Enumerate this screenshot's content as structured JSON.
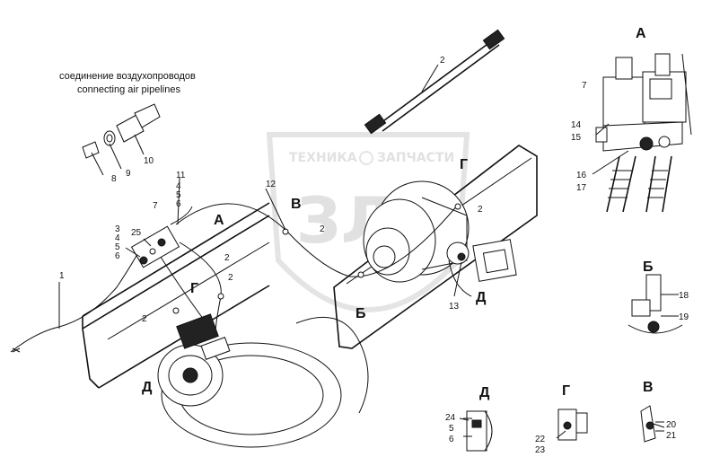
{
  "caption": {
    "ru": "соединение воздухопроводов",
    "en": "connecting air pipelines"
  },
  "watermark": {
    "top": "ТЕХНИКА",
    "top_right": "ЗАПЧАСТИ",
    "letters": "ЗЛ"
  },
  "views": {
    "A_main": "А",
    "B_main": "Б",
    "V_main": "В",
    "G_main": "Г",
    "G_main2": "Г",
    "D_main": "Д",
    "D_main2": "Д",
    "A_detail": "А",
    "B_detail": "Б",
    "D_detail": "Д",
    "G_detail": "Г",
    "V_detail": "В"
  },
  "callouts": {
    "c1": "1",
    "c2_hose": "2",
    "c2_a": "2",
    "c2_b": "2",
    "c2_c": "2",
    "c2_d": "2",
    "c2_e": "2",
    "c3": "3",
    "c4": "4",
    "c4b": "4",
    "c5": "5",
    "c5b": "5",
    "c5c": "5",
    "c6": "6",
    "c6b": "6",
    "c6c": "6",
    "c7": "7",
    "c7b": "7",
    "c8": "8",
    "c9": "9",
    "c10": "10",
    "c11": "11",
    "c12": "12",
    "c13": "13",
    "c14": "14",
    "c15": "15",
    "c16": "16",
    "c17": "17",
    "c18": "18",
    "c19": "19",
    "c20": "20",
    "c21": "21",
    "c22": "22",
    "c23": "23",
    "c24": "24",
    "c25": "25"
  }
}
